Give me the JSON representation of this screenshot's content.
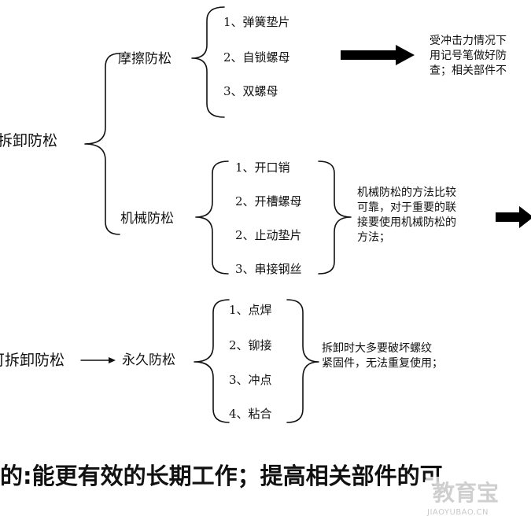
{
  "groups": {
    "removable": {
      "root": "拆卸防松",
      "friction": {
        "label": "摩擦防松",
        "items": [
          "1、弹簧垫片",
          "2、自锁螺母",
          "3、双螺母"
        ],
        "note": [
          "受冲击力情况下",
          "用记号笔做好防",
          "查；相关部件不"
        ]
      },
      "mechanical": {
        "label": "机械防松",
        "items": [
          "1、开口销",
          "2、开槽螺母",
          "2、止动垫片",
          "3、串接钢丝"
        ],
        "note": [
          "机械防松的方法比较",
          "可靠，对于重要的联",
          "接要使用机械防松的",
          "方法；"
        ]
      }
    },
    "permanent": {
      "root": "可拆卸防松",
      "label": "永久防松",
      "items": [
        "1、点焊",
        "2、铆接",
        "3、冲点",
        "4、粘合"
      ],
      "note": [
        "拆卸时大多要破坏螺纹",
        "紧固件，无法重复使用；"
      ]
    }
  },
  "footer": "的:能更有效的长期工作；提高相关部件的可",
  "watermark": {
    "logo": "教育宝",
    "url": "JIAOYUBAO.CN"
  }
}
